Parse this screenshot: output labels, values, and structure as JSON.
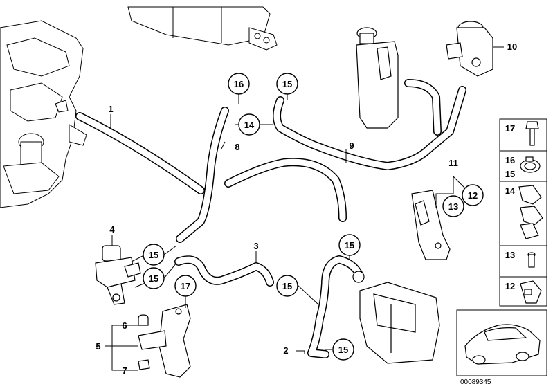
{
  "callouts": {
    "p1": "1",
    "p2": "2",
    "p3": "3",
    "p4": "4",
    "p5": "5",
    "p6": "6",
    "p7": "7",
    "p8": "8",
    "p9": "9",
    "p10": "10",
    "p11": "11",
    "p12": "12",
    "p13": "13",
    "p14": "14",
    "p15": "15",
    "p16": "16",
    "p17": "17"
  },
  "legend": {
    "row1": "17",
    "row2a": "16",
    "row2b": "15",
    "row3": "14",
    "row4": "13",
    "row5": "12"
  },
  "diagram_code": "00089345"
}
